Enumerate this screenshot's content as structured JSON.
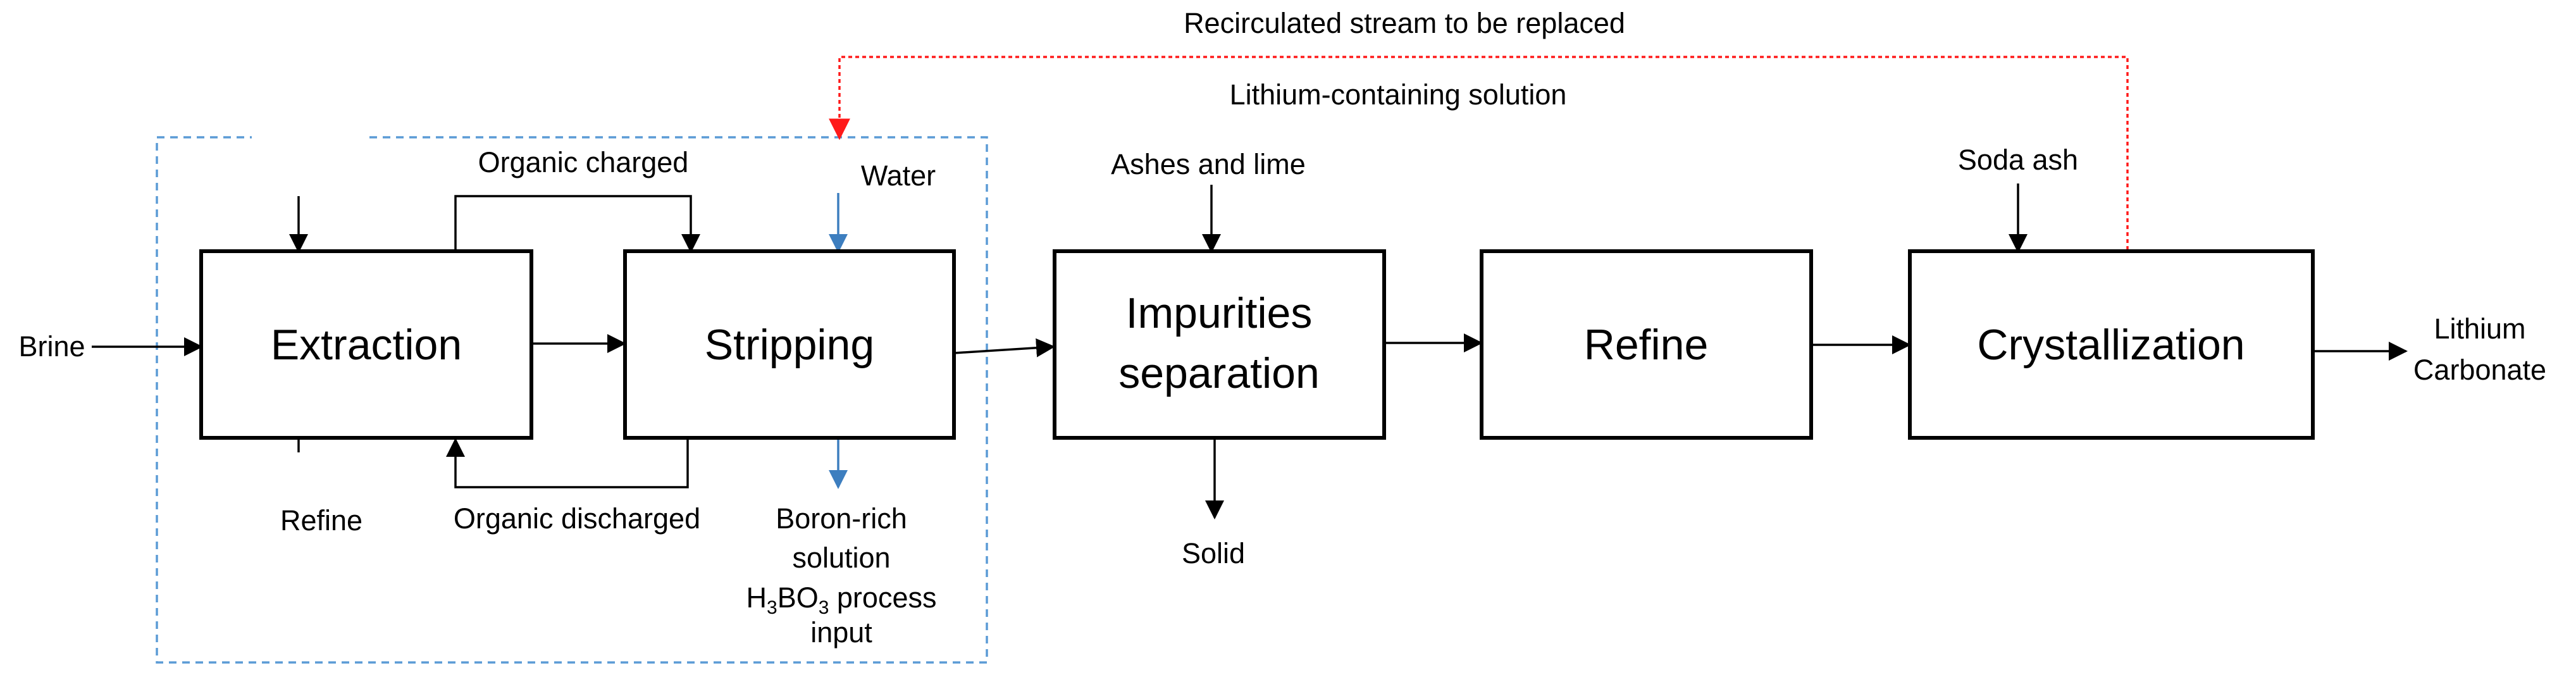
{
  "colors": {
    "line": "#000000",
    "water_flow": "#3d7ebf",
    "recirculation": "#ff1a1a",
    "boundary": "#5b9bd5"
  },
  "nodes": {
    "extraction": "Extraction",
    "stripping": "Stripping",
    "impurities_line1": "Impurities",
    "impurities_line2": "separation",
    "refine": "Refine",
    "crystallization": "Crystallization"
  },
  "labels": {
    "recirculated": "Recirculated stream to be replaced",
    "lithium_solution": "Lithium-containing solution",
    "organic_charged": "Organic charged",
    "water": "Water",
    "ashes_lime": "Ashes and lime",
    "soda_ash": "Soda ash",
    "brine": "Brine",
    "product_line1": "Lithium",
    "product_line2": "Carbonate",
    "refine_output": "Refine",
    "organic_discharged": "Organic discharged",
    "boron_line1": "Boron-rich",
    "boron_line2": "solution",
    "h3bo3_prefix": "H",
    "h3bo3_sub1": "3",
    "h3bo3_mid": "BO",
    "h3bo3_sub2": "3",
    "h3bo3_suffix": " process",
    "boron_line4": "input",
    "solid": "Solid"
  }
}
